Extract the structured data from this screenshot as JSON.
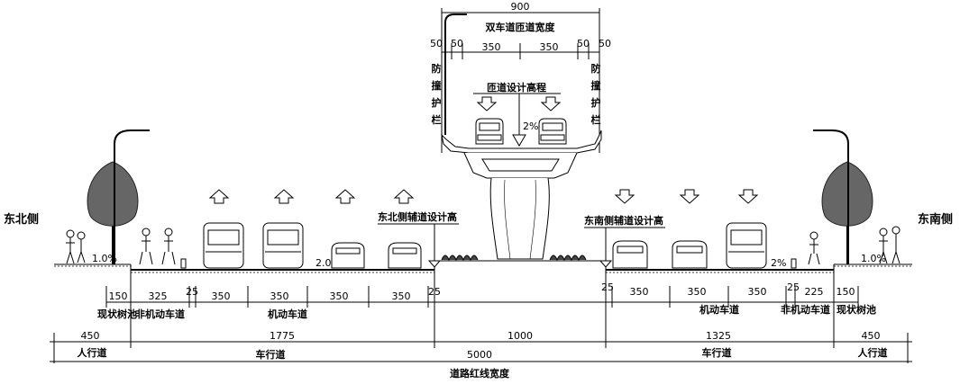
{
  "sides": {
    "left": "东北侧",
    "right": "东南侧"
  },
  "bridge": {
    "top_width": "900",
    "title": "双车道匝道宽度",
    "parts": [
      "50",
      "50",
      "350",
      "350",
      "50",
      "50"
    ],
    "barrier": "防撞护栏",
    "elevation_label": "匝道设计高程",
    "slope": "2%"
  },
  "ground": {
    "nw_aux_elev": "东北侧辅道设计高",
    "se_aux_elev": "东南侧辅道设计高",
    "slope_left_walk": "1.0%",
    "slope_left_road": "2.0%",
    "slope_right_road": "2%",
    "slope_right_walk": "1.0%"
  },
  "dims_row1": [
    "150",
    "325",
    "25",
    "350",
    "350",
    "350",
    "350",
    "25",
    "25",
    "350",
    "350",
    "350",
    "25",
    "225",
    "150"
  ],
  "labels_row1": {
    "tree_pool_left": "现状树池",
    "nonmotor_left": "非机动车道",
    "motor_left": "机动车道",
    "motor_right": "机动车道",
    "nonmotor_right": "非机动车道",
    "tree_pool_right": "现状树池"
  },
  "dims_row2": [
    "450",
    "1775",
    "1000",
    "1325",
    "450"
  ],
  "labels_row2": {
    "sidewalk_left": "人行道",
    "carriage_left": "车行道",
    "carriage_right": "车行道",
    "sidewalk_right": "人行道"
  },
  "total": {
    "value": "5000",
    "label": "道路红线宽度"
  }
}
